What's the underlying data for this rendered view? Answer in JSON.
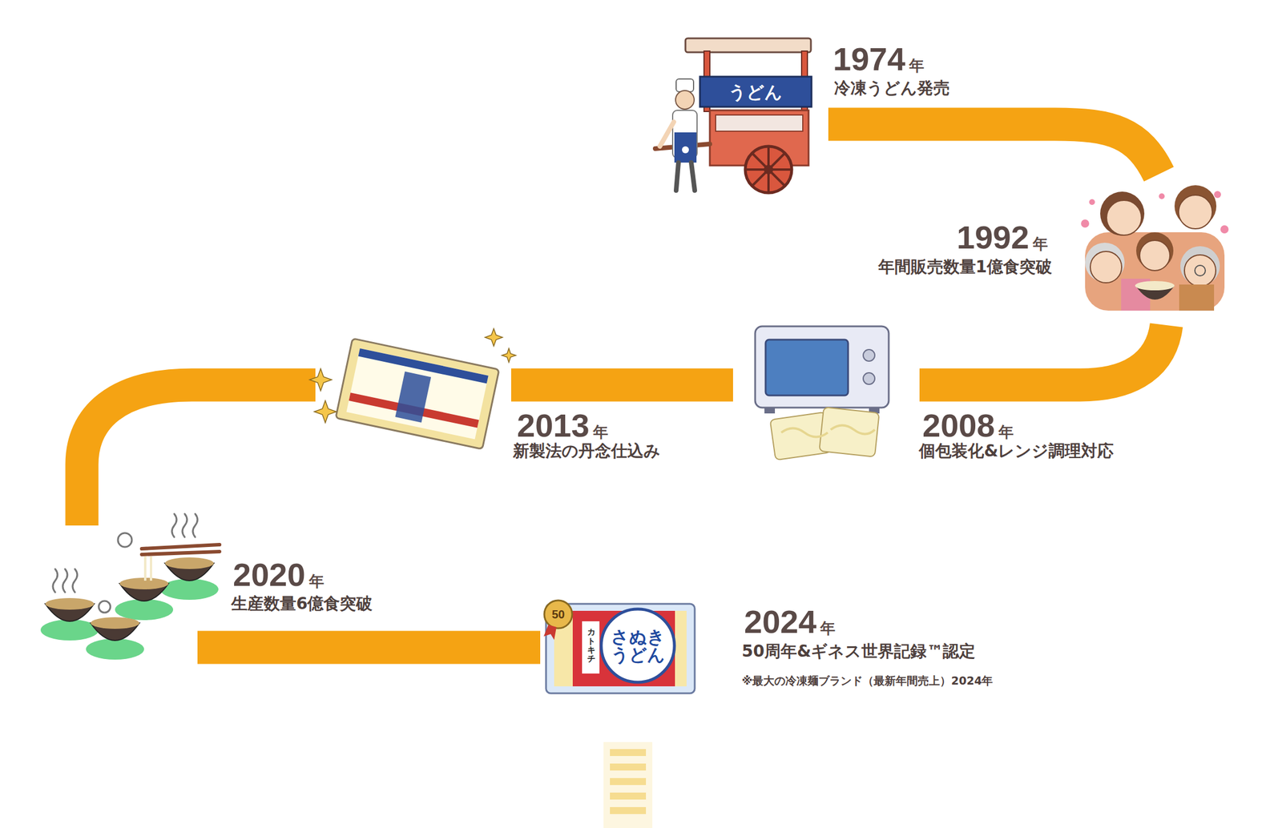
{
  "diagram": {
    "labels": [
      "1974",
      "年",
      "冷凍うどん発売",
      "1992",
      "年",
      "年間販売数量1億食突破",
      "2008",
      "年",
      "個包装化&レンジ調理対応",
      "2013",
      "年",
      "新製法の丹念仕込み",
      "2020",
      "年",
      "生産数量6億食突破",
      "2024",
      "年",
      "50周年&ギネス世界記録™認定",
      "※最大の冷凍麺ブランド（最新年間売上）2024年",
      "うどん",
      "50",
      "さぬき うどん",
      "カトキチ"
    ]
  }
}
